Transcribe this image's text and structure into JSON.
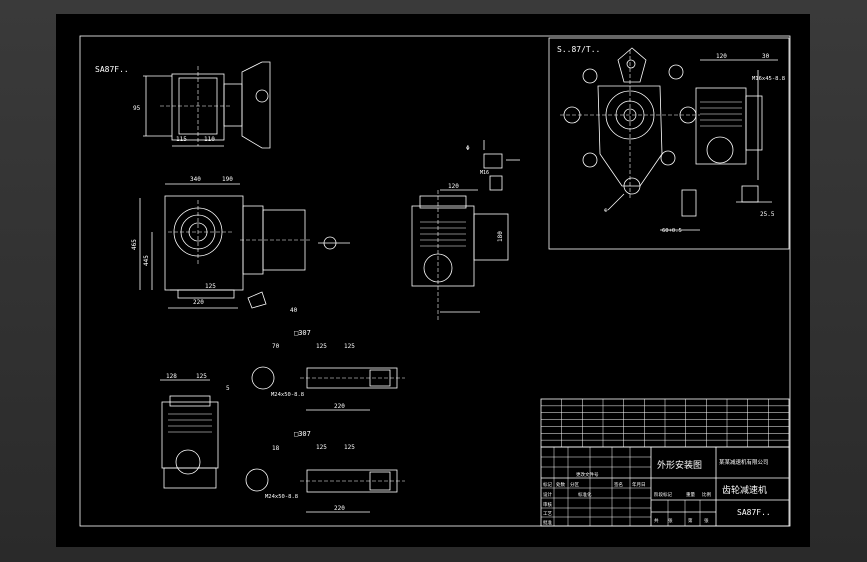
{
  "views": {
    "label_top_left": "SA87F..",
    "label_top_right": "S..87/T..",
    "label_shaft_1": "□307",
    "label_shaft_2": "□307"
  },
  "dimensions": {
    "top_view": [
      "115",
      "110",
      "95"
    ],
    "front_view": [
      "340",
      "190",
      "125",
      "220",
      "465",
      "445",
      "40"
    ],
    "side_view": [
      "120",
      "180"
    ],
    "shaft_sec": [
      "Φ",
      "M16"
    ],
    "right_view": [
      "120",
      "30",
      "M16x45-8.8",
      "60+0.5",
      "25.5"
    ],
    "bottom_side": [
      "128",
      "125",
      "5"
    ],
    "shaft_1": [
      "70",
      "125",
      "125",
      "M24x50-8.8",
      "220"
    ],
    "shaft_2": [
      "18",
      "125",
      "125",
      "M24x50-8.8",
      "220"
    ]
  },
  "title_block": {
    "drawing_name": "外形安装图",
    "company": "某某减速机有限公司",
    "product": "齿轮减速机",
    "model": "SA87F..",
    "fields": [
      "标记",
      "处数",
      "分区",
      "更改文件号",
      "签名",
      "年月日",
      "设计",
      "标准化",
      "审核",
      "工艺",
      "批准",
      "阶段标记",
      "重量",
      "比例",
      "共",
      "张",
      "第",
      "张"
    ]
  },
  "param_table": {
    "rows": 7,
    "cols": 12
  }
}
